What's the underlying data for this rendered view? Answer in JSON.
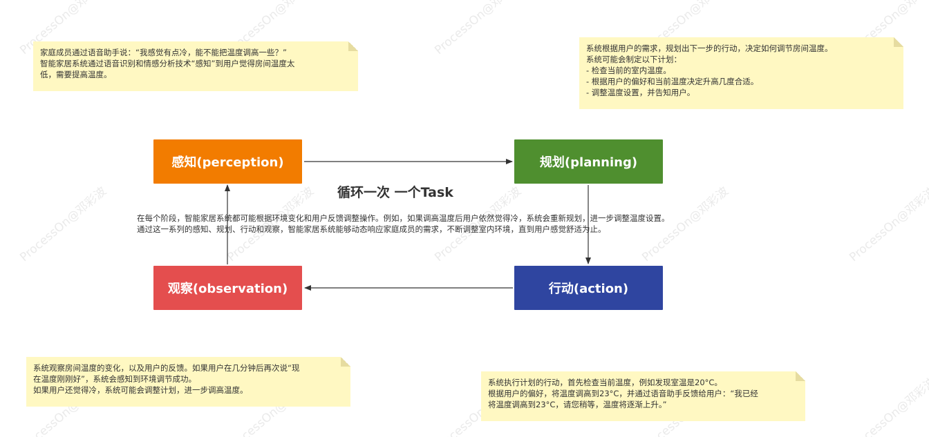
{
  "colors": {
    "perception": "#f27c00",
    "planning": "#4f8f2f",
    "action": "#2f45a0",
    "observation": "#e44e4e",
    "note_bg": "#fff8c2",
    "arrow": "#333333"
  },
  "watermark": "ProcessOn@邓彩波",
  "nodes": {
    "perception": "感知(perception)",
    "planning": "规划(planning)",
    "action": "行动(action)",
    "observation": "观察(observation)"
  },
  "center": {
    "title": "循环一次 一个Task",
    "desc_lines": [
      "在每个阶段，智能家居系统都可能根据环境变化和用户反馈调整操作。例如，如果调高温度后用户依然觉得冷，系统会重新规划，进一步调整温度设置。",
      "通过这一系列的感知、规划、行动和观察，智能家居系统能够动态响应家庭成员的需求，不断调整室内环境，直到用户感觉舒适为止。"
    ]
  },
  "notes": {
    "perception": [
      "家庭成员通过语音助手说：“我感觉有点冷，能不能把温度调高一些？”",
      "智能家居系统通过语音识别和情感分析技术“感知”到用户觉得房间温度太",
      "低，需要提高温度。"
    ],
    "planning": [
      "系统根据用户的需求，规划出下一步的行动，决定如何调节房间温度。",
      "系统可能会制定以下计划：",
      "- 检查当前的室内温度。",
      "- 根据用户的偏好和当前温度决定升高几度合适。",
      "- 调整温度设置，并告知用户。"
    ],
    "observation": [
      "系统观察房间温度的变化，以及用户的反馈。如果用户在几分钟后再次说“现",
      "在温度刚刚好”，系统会感知到环境调节成功。",
      "如果用户还觉得冷，系统可能会调整计划，进一步调高温度。"
    ],
    "action": [
      "系统执行计划的行动，首先检查当前温度，例如发现室温是20°C。",
      "根据用户的偏好，将温度调高到23°C，并通过语音助手反馈给用户：“我已经",
      "将温度调高到23°C，请您稍等，温度将逐渐上升。”"
    ]
  }
}
